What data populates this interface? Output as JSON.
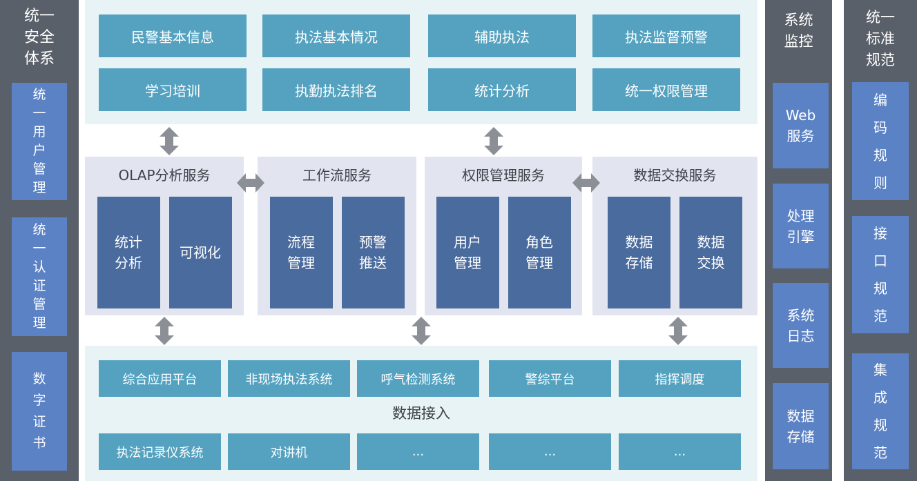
{
  "left_sidebar": {
    "title": "统一\n安全\n体系",
    "items": [
      {
        "label": "统\n一\n用\n户\n管\n理"
      },
      {
        "label": "统\n一\n认\n证\n管\n理"
      },
      {
        "label": "数\n字\n证\n书"
      }
    ]
  },
  "application_layer": {
    "row1": [
      "民警基本信息",
      "执法基本情况",
      "辅助执法",
      "执法监督预警"
    ],
    "row2": [
      "学习培训",
      "执勤执法排名",
      "统计分析",
      "统一权限管理"
    ]
  },
  "service_layer": {
    "panels": [
      {
        "title": "OLAP分析服务",
        "modules": [
          "统计\n分析",
          "可视化"
        ]
      },
      {
        "title": "工作流服务",
        "modules": [
          "流程\n管理",
          "预警\n推送"
        ]
      },
      {
        "title": "权限管理服务",
        "modules": [
          "用户\n管理",
          "角色\n管理"
        ]
      },
      {
        "title": "数据交换服务",
        "modules": [
          "数据\n存储",
          "数据\n交换"
        ]
      }
    ]
  },
  "access_layer": {
    "title": "数据接入",
    "row1": [
      "综合应用平台",
      "非现场执法系统",
      "呼气检测系统",
      "警综平台",
      "指挥调度"
    ],
    "row2": [
      "执法记录仪系统",
      "对讲机",
      "...",
      "...",
      "..."
    ]
  },
  "monitor_column": {
    "title": "系统\n监控",
    "items": [
      "Web\n服务",
      "处理\n引擎",
      "系统\n日志",
      "数据\n存储"
    ]
  },
  "standard_column": {
    "title": "统一\n标准\n规范",
    "items": [
      "编\n码\n规\n则",
      "接\n口\n规\n范",
      "集\n成\n规\n范"
    ]
  },
  "colors": {
    "sidebar_gray": "#5a606a",
    "sidebar_blue": "#5b82c5",
    "teal_box": "#54a2c0",
    "teal_bg": "#e8f3f5",
    "panel_bg": "#e2e5ef",
    "module_blue": "#4a6b9d",
    "arrow_gray": "#8c9096",
    "title_text": "#3d4249"
  }
}
